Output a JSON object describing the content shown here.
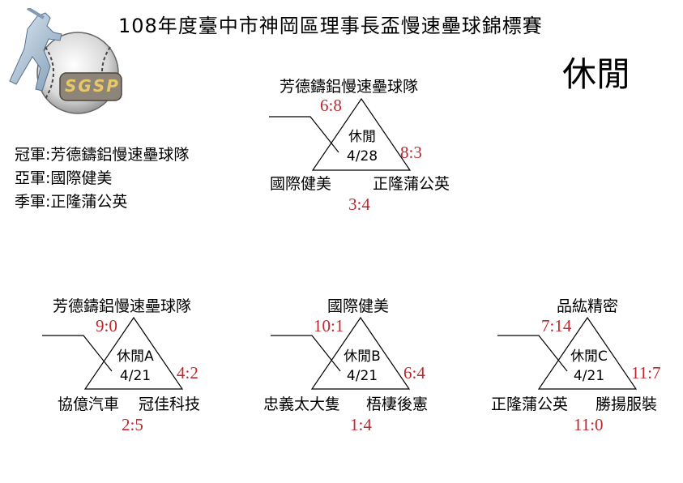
{
  "title": "108年度臺中市神岡區理事長盃慢速壘球錦標賽",
  "stage": "休閒",
  "logo_text": "SGSP",
  "awards": [
    "冠軍:芳德鑄鋁慢速壘球隊",
    "亞軍:國際健美",
    "季軍:正隆蒲公英"
  ],
  "final": {
    "top_team": "芳德鑄鋁慢速壘球隊",
    "left_team": "國際健美",
    "right_team": "正隆蒲公英",
    "label": "休閒",
    "date": "4/28",
    "score_top_left": "6:8",
    "score_right": "8:3",
    "score_bottom": "3:4"
  },
  "groups": [
    {
      "top_team": "芳德鑄鋁慢速壘球隊",
      "left_team": "協億汽車",
      "right_team": "冠佳科技",
      "label": "休閒A",
      "date": "4/21",
      "score_top_left": "9:0",
      "score_right": "4:2",
      "score_bottom": "2:5"
    },
    {
      "top_team": "國際健美",
      "left_team": "忠義太大隻",
      "right_team": "梧棲後憲",
      "label": "休閒B",
      "date": "4/21",
      "score_top_left": "10:1",
      "score_right": "6:4",
      "score_bottom": "1:4"
    },
    {
      "top_team": "品紘精密",
      "left_team": "正隆蒲公英",
      "right_team": "勝揚服裝",
      "label": "休閒C",
      "date": "4/21",
      "score_top_left": "7:14",
      "score_right": "11:7",
      "score_bottom": "11:0"
    }
  ],
  "colors": {
    "score": "#c0272d",
    "logo_badge": "#8c8578",
    "logo_text": "#e8c66a"
  }
}
